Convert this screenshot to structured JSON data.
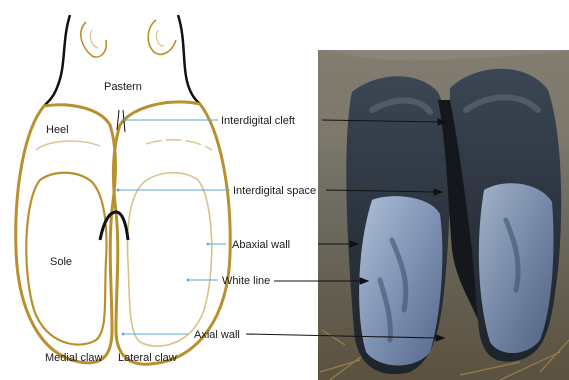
{
  "labels": {
    "pastern": "Pastern",
    "heel": "Heel",
    "sole": "Sole",
    "medial_claw": "Medial claw",
    "lateral_claw": "Lateral claw",
    "interdigital_cleft": "Interdigital cleft",
    "interdigital_space": "Interdigital space",
    "abaxial_wall": "Abaxial wall",
    "white_line": "White line",
    "axial_wall": "Axial wall"
  },
  "colors": {
    "claw_outline": "#b8902e",
    "inner_line": "#d9c28a",
    "skin_outline": "#111111",
    "pointer_line": "#5aa7d8",
    "photo_arrow": "#111111"
  }
}
